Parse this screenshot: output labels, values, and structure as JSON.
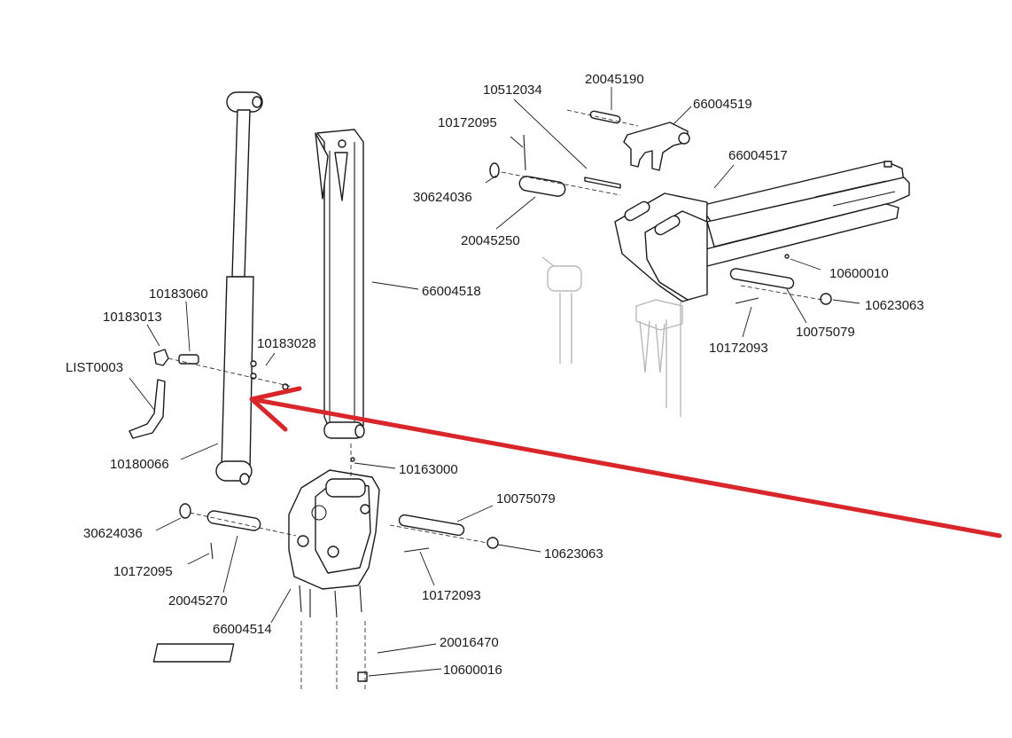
{
  "labels": {
    "l_10512034": "10512034",
    "l_20045190": "20045190",
    "l_66004519": "66004519",
    "l_10172095_top": "10172095",
    "l_66004517": "66004517",
    "l_30624036_top": "30624036",
    "l_20045250": "20045250",
    "l_10600010": "10600010",
    "l_10623063_top": "10623063",
    "l_10075079_top": "10075079",
    "l_10172093_top": "10172093",
    "l_10183060": "10183060",
    "l_10183013": "10183013",
    "l_10183028": "10183028",
    "l_LIST0003": "LIST0003",
    "l_66004518": "66004518",
    "l_10180066": "10180066",
    "l_10163000": "10163000",
    "l_10075079_bot": "10075079",
    "l_30624036_bot": "30624036",
    "l_10623063_bot": "10623063",
    "l_10172095_bot": "10172095",
    "l_10172093_bot": "10172093",
    "l_20045270": "20045270",
    "l_66004514": "66004514",
    "l_20016470": "20016470",
    "l_10600016": "10600016"
  },
  "colors": {
    "line": "#1a1a1a",
    "ghost": "#b8b8b8",
    "annotation_arrow": "#d9262b",
    "background": "#ffffff"
  }
}
